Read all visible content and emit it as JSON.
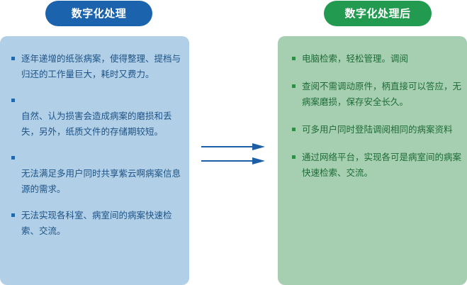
{
  "left": {
    "title": "数字化处理",
    "items": [
      {
        "text": "逐年递增的纸张病案，使得整理、提档与归还的工作量巨大，耗时又费力。",
        "gap": false
      },
      {
        "text": "自然、认为损害会造成病案的磨损和丢失，另外，纸质文件的存储期较短。",
        "gap": true
      },
      {
        "text": "无法满足多用户同时共享紫云啊病案信息源的需求。",
        "gap": true
      },
      {
        "text": "无法实现各科室、病室间的病案快速检索、交流。",
        "gap": false
      }
    ]
  },
  "right": {
    "title": "数字化处理后",
    "items": [
      {
        "text": "电脑检索，轻松管理。调阅"
      },
      {
        "text": "查阅不需调动原件，柄直接可以答应，无病案磨损，保存安全长久。"
      },
      {
        "text": "可多用户同时登陆调阅相同的病案资料"
      },
      {
        "text": "通过网络平台，实现各可是病室间的病案快速检索、交流。"
      }
    ]
  },
  "colors": {
    "left_pill": "#1b63ad",
    "right_pill": "#229a4f",
    "left_panel": "#b1cfe6",
    "right_panel": "#a5cfb0",
    "left_text": "#1d5387",
    "right_text": "#1e6b38",
    "left_bullet": "#2169ad",
    "right_bullet": "#2c8f43",
    "arrow": "#1d5fa7"
  },
  "icons": {
    "bullet": "square-bullet-icon",
    "connector": "right-arrow-icon"
  }
}
